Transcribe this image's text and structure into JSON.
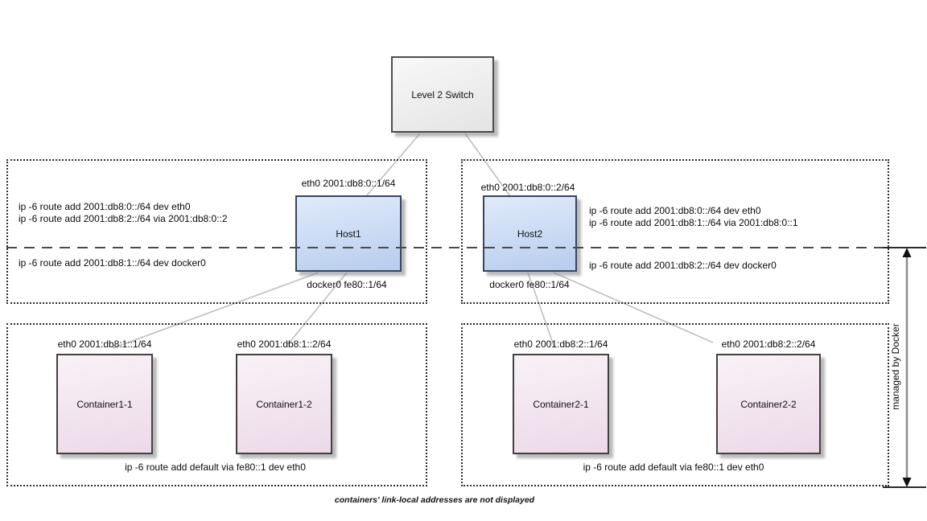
{
  "diagram": {
    "switch": {
      "label": "Level 2 Switch"
    },
    "hosts": [
      {
        "name": "Host1",
        "eth0_label": "eth0 2001:db8:0::1/64",
        "docker0_label": "docker0 fe80::1/64",
        "routes_wan": [
          "ip -6 route add 2001:db8:0::/64 dev eth0",
          "ip -6 route add 2001:db8:2::/64 via 2001:db8:0::2"
        ],
        "route_docker": "ip -6 route add 2001:db8:1::/64 dev docker0"
      },
      {
        "name": "Host2",
        "eth0_label": "eth0 2001:db8:0::2/64",
        "docker0_label": "docker0 fe80::1/64",
        "routes_wan": [
          "ip -6 route add 2001:db8:0::/64 dev eth0",
          "ip -6 route add 2001:db8:1::/64 via 2001:db8:0::1"
        ],
        "route_docker": "ip -6 route add 2001:db8:2::/64 dev docker0"
      }
    ],
    "containers": [
      {
        "name": "Container1-1",
        "eth0_label": "eth0 2001:db8:1::1/64"
      },
      {
        "name": "Container1-2",
        "eth0_label": "eth0 2001:db8:1::2/64"
      },
      {
        "name": "Container2-1",
        "eth0_label": "eth0 2001:db8:2::1/64"
      },
      {
        "name": "Container2-2",
        "eth0_label": "eth0 2001:db8:2::2/64"
      }
    ],
    "container_groups": [
      {
        "default_route": "ip -6 route add default via fe80::1 dev eth0"
      },
      {
        "default_route": "ip -6 route add default via fe80::1 dev eth0"
      }
    ],
    "annotations": {
      "managed_by": "managed by Docker",
      "footnote": "containers' link-local addresses are not displayed"
    }
  },
  "colors": {
    "host_fill_top": "#e0ebfa",
    "host_fill_bottom": "#b7cdee",
    "host_border": "#37465c",
    "container_fill_top": "#f9f2f7",
    "container_fill_bottom": "#ecd9e8",
    "container_border": "#414141",
    "switch_fill_top": "#f8f8f8",
    "switch_fill_bottom": "#e4e4e4",
    "switch_border": "#4c4c4c",
    "connector_line": "#bfbfbf",
    "boundary_dash": "#4a4a4a",
    "arrow_line": "#8c8c8c",
    "arrow_head": "#111111"
  }
}
